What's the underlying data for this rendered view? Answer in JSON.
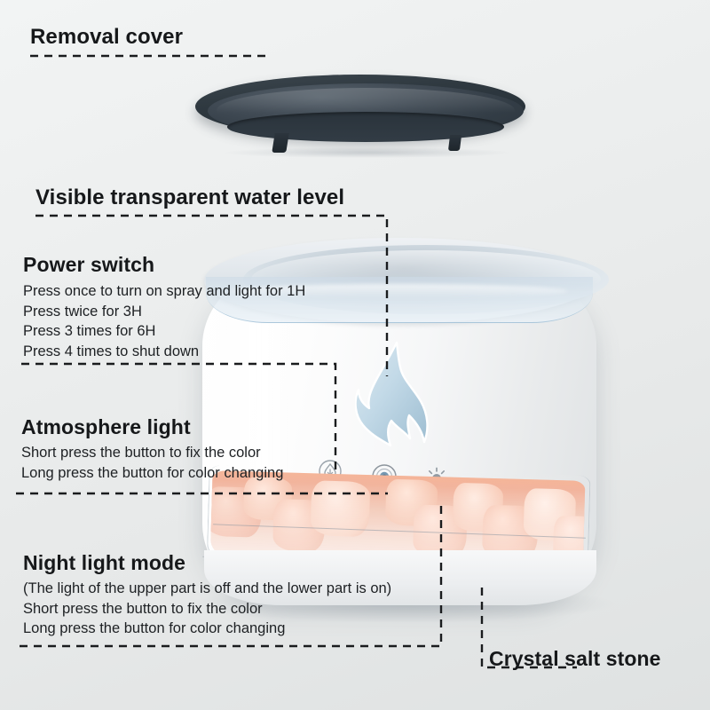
{
  "product": {
    "name": "flame-salt-stone-humidifier",
    "colors": {
      "background_top": "#f2f4f4",
      "background_bottom": "#dfe2e2",
      "lid": "#2f3940",
      "body": "#ffffff",
      "water_band": "#cddbe7",
      "flame": "#bfd7e6",
      "salt_stone": "#f0a285",
      "text": "#16181a",
      "leader_line": "#1a1c1e"
    }
  },
  "callouts": [
    {
      "id": "removal-cover",
      "title": "Removal cover",
      "lines": []
    },
    {
      "id": "visible-transparent-water-level",
      "title": "Visible transparent water level",
      "lines": []
    },
    {
      "id": "power-switch",
      "title": "Power switch",
      "lines": [
        "Press once to turn on spray and light for 1H",
        "Press twice for 3H",
        "Press 3 times for 6H",
        "Press 4 times to shut down"
      ]
    },
    {
      "id": "atmosphere-light",
      "title": "Atmosphere light",
      "lines": [
        "Short press the button to fix the color",
        "Long press the button for color changing"
      ]
    },
    {
      "id": "night-light-mode",
      "title": "Night light mode",
      "lines": [
        "(The light of the upper part is off and the lower part is on)",
        "Short press the button to fix the color",
        "Long press the button for color changing"
      ]
    },
    {
      "id": "crystal-salt-stone",
      "title": "Crystal salt stone",
      "lines": []
    }
  ],
  "controls": [
    {
      "id": "mist-button",
      "icon": "mist-droplet-icon",
      "label": ""
    },
    {
      "id": "power-button",
      "icon": "power-dot-icon",
      "label": ""
    },
    {
      "id": "light-button",
      "icon": "sun-brightness-icon",
      "label": ""
    }
  ]
}
